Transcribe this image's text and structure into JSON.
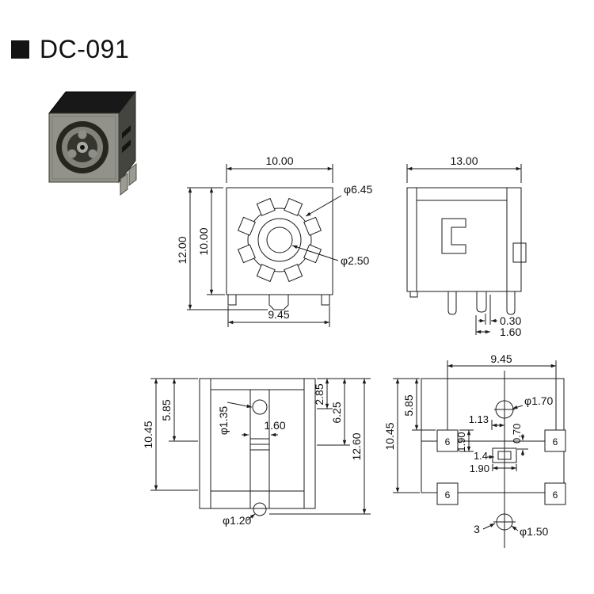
{
  "title": "DC-091",
  "drawing": {
    "line_color": "#1a1a1a",
    "views": {
      "front": {
        "width_top": "10.00",
        "height_total": "12.00",
        "height_body": "10.00",
        "width_bottom": "9.45",
        "dia_shield": "φ6.45",
        "dia_pin": "φ2.50"
      },
      "side": {
        "depth_top": "13.00",
        "pin_offset": "0.30",
        "pin_width": "1.60"
      },
      "section": {
        "offset_top": "5.85",
        "height_mid": "10.45",
        "dia_hole_top": "φ1.35",
        "slot_width": "1.60",
        "offset_a": "2.85",
        "offset_b": "6.25",
        "height_total": "12.60",
        "dia_hole_bottom": "φ1.20"
      },
      "footprint": {
        "pad_span": "9.45",
        "offset_top": "5.85",
        "height": "10.45",
        "dim_a": "1.13",
        "pad_height": "1.90",
        "dim_b": "1.4",
        "pad_width": "1.90",
        "dim_c": "0.70",
        "dia_hole_top": "φ1.70",
        "dia_hole_bottom": "φ1.50",
        "pin_number": "3",
        "pad_number": "6"
      }
    }
  }
}
